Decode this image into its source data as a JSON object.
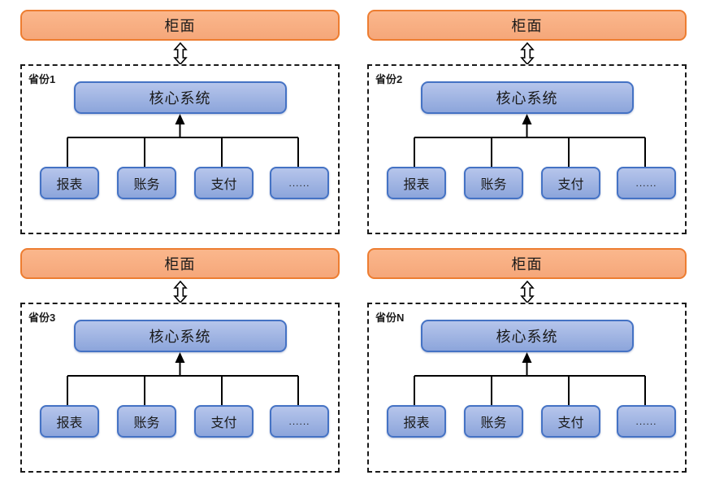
{
  "colors": {
    "counter_border": "#ED7D31",
    "counter_fill_top": "#FBB78C",
    "counter_fill_bottom": "#F5A77A",
    "node_border": "#4472C4",
    "node_fill_top": "#B6C5EB",
    "node_fill_bottom": "#8CA5DB",
    "line_color": "#000000",
    "dashed_border": "#1a1a1a",
    "background": "#ffffff"
  },
  "units": [
    {
      "province": "省份1",
      "counter": "柜面",
      "core": "核心系统",
      "children": [
        "报表",
        "账务",
        "支付",
        "......"
      ]
    },
    {
      "province": "省份2",
      "counter": "柜面",
      "core": "核心系统",
      "children": [
        "报表",
        "账务",
        "支付",
        "......"
      ]
    },
    {
      "province": "省份3",
      "counter": "柜面",
      "core": "核心系统",
      "children": [
        "报表",
        "账务",
        "支付",
        "......"
      ]
    },
    {
      "province": "省份N",
      "counter": "柜面",
      "core": "核心系统",
      "children": [
        "报表",
        "账务",
        "支付",
        "......"
      ]
    }
  ]
}
